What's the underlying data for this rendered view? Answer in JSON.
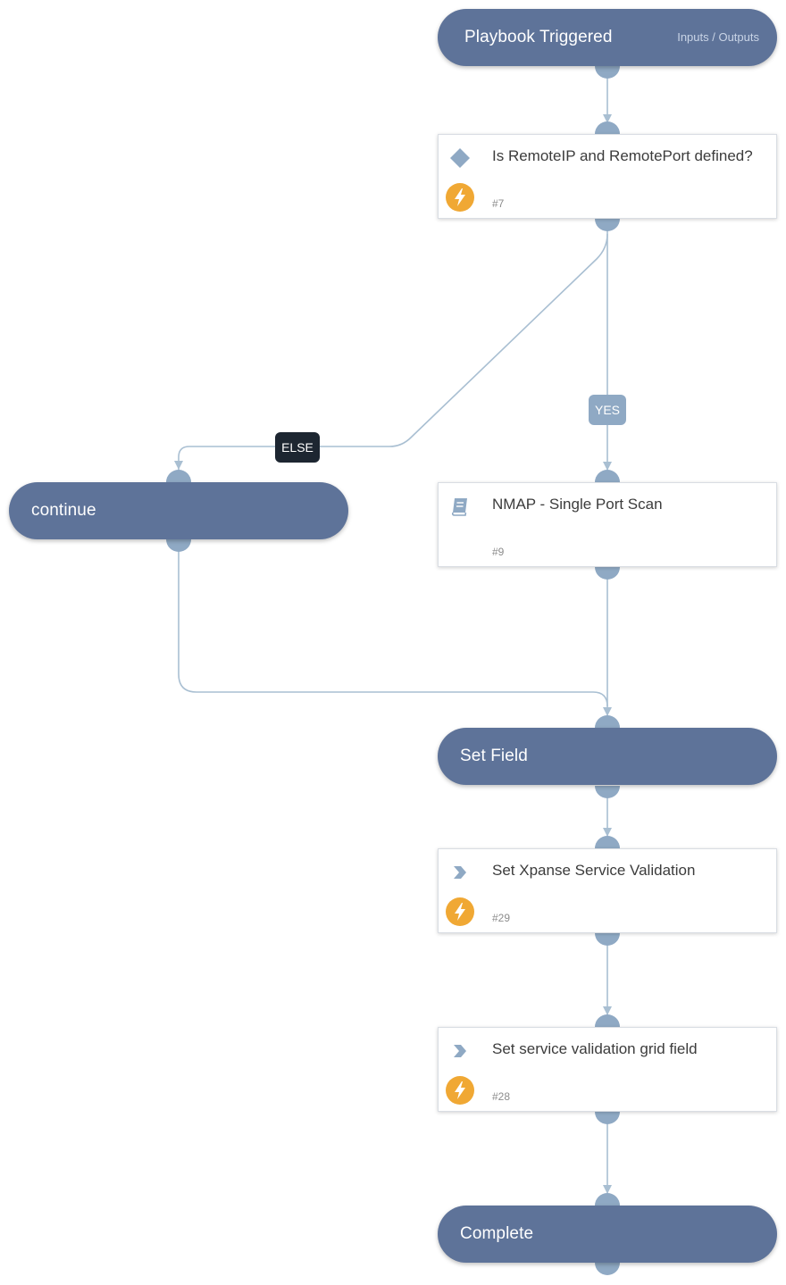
{
  "start": {
    "title": "Playbook Triggered",
    "io_label": "Inputs / Outputs"
  },
  "tasks": [
    {
      "id": "task-7",
      "title": "Is RemoteIP and RemotePort defined?",
      "number": "#7",
      "type_icon": "diamond-condition-icon",
      "automated": true
    },
    {
      "id": "task-9",
      "title": "NMAP - Single Port Scan",
      "number": "#9",
      "type_icon": "book-playbook-icon",
      "automated": false
    },
    {
      "id": "task-29",
      "title": "Set Xpanse Service Validation",
      "number": "#29",
      "type_icon": "chevron-right-icon",
      "automated": true
    },
    {
      "id": "task-28",
      "title": "Set service validation grid field",
      "number": "#28",
      "type_icon": "chevron-right-icon",
      "automated": true
    }
  ],
  "sections": {
    "continue": "continue",
    "set_field": "Set Field",
    "complete": "Complete"
  },
  "branch_labels": {
    "yes": "YES",
    "else": "ELSE"
  },
  "colors": {
    "node": "#5e7399",
    "edge": "#a9bfd2",
    "port": "#8fa9c4",
    "automation": "#f0a834",
    "else_label": "#1d2631"
  }
}
